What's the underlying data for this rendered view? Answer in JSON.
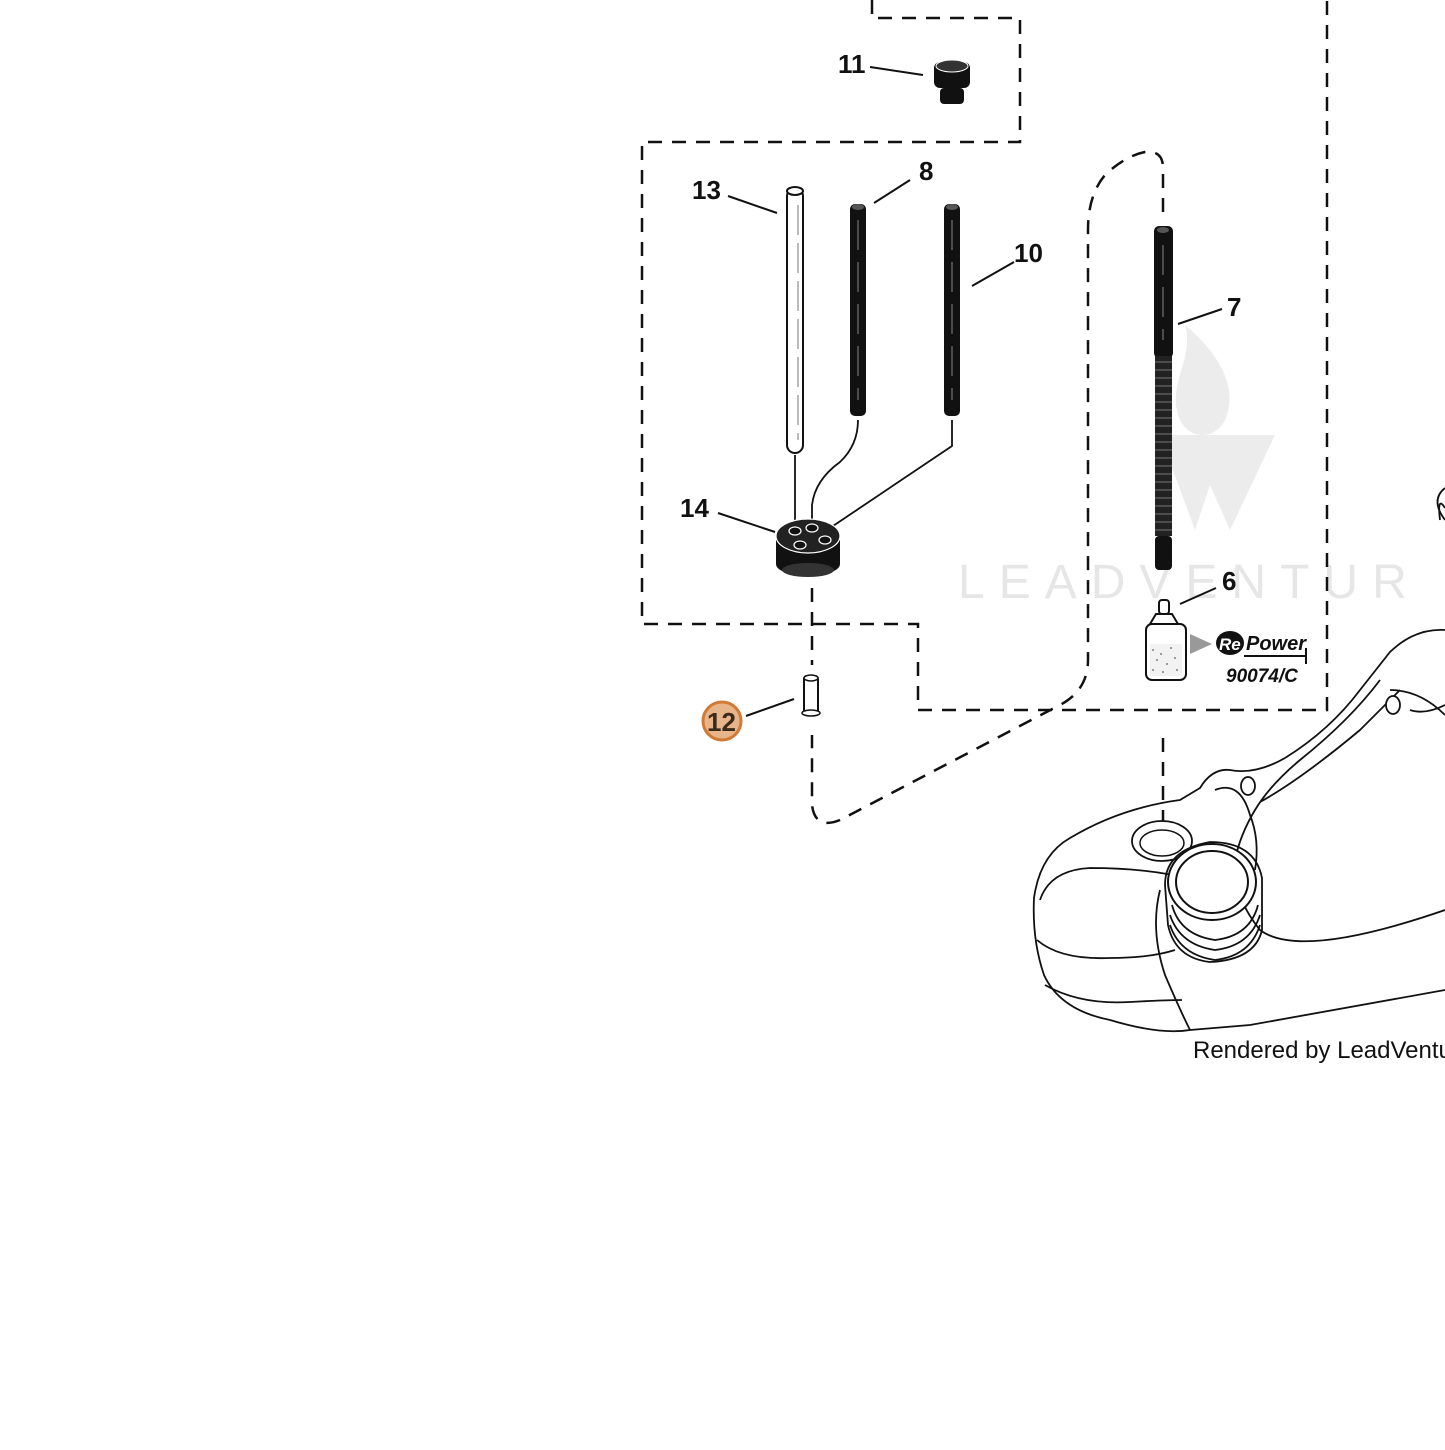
{
  "diagram": {
    "callouts": [
      {
        "id": "c11",
        "label": "11",
        "highlighted": false
      },
      {
        "id": "c13",
        "label": "13",
        "highlighted": false
      },
      {
        "id": "c8",
        "label": "8",
        "highlighted": false
      },
      {
        "id": "c10",
        "label": "10",
        "highlighted": false
      },
      {
        "id": "c7",
        "label": "7",
        "highlighted": false
      },
      {
        "id": "c14",
        "label": "14",
        "highlighted": false
      },
      {
        "id": "c6",
        "label": "6",
        "highlighted": false
      },
      {
        "id": "c12",
        "label": "12",
        "highlighted": true
      }
    ],
    "highlight_color": "#e8b48a",
    "highlight_stroke": "#d07a35",
    "line_color": "#111111"
  },
  "badge": {
    "brand_prefix": "Re",
    "brand_suffix": "Power",
    "part_number": "90074/C"
  },
  "watermark": {
    "text": "LEADVENTUR"
  },
  "footer": {
    "credit": "Rendered by LeadVenture"
  }
}
